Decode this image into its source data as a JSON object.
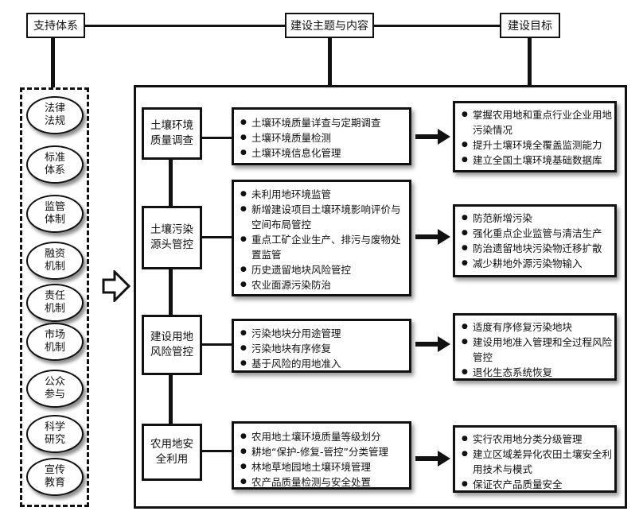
{
  "headers": {
    "support": "支持体系",
    "theme": "建设主题与内容",
    "goal": "建设目标"
  },
  "support_items": [
    "法律\n法规",
    "标准\n体系",
    "监管\n体制",
    "融资\n机制",
    "责任\n机制",
    "市场\n机制",
    "公众\n参与",
    "科学\n研究",
    "宣传\n教育"
  ],
  "categories": [
    "土壤环境\n质量调查",
    "土壤污染\n源头管控",
    "建设用地\n风险管控",
    "农用地安\n全利用"
  ],
  "contents": [
    [
      "土壤环境质量详查与定期调查",
      "土壤环境质量检测",
      "土壤环境信息化管理"
    ],
    [
      "未利用地环境监管",
      "新增建设项目土壤环境影响评价与空间布局管控",
      "重点工矿企业生产、排污与废物处置监管",
      "历史遗留地块风险管控",
      "农业面源污染防治"
    ],
    [
      "污染地块分用途管理",
      "污染地块有序修复",
      "基于风险的用地准入"
    ],
    [
      "农用地土壤环境质量等级划分",
      "耕地“保护-修复-管控”分类管理",
      "林地草地园地土壤环境管理",
      "农产品质量检测与安全处置"
    ]
  ],
  "goals": [
    [
      "掌握农用地和重点行业企业用地污染情况",
      "提升土壤环境全覆盖监测能力",
      "建立全国土壤环境基础数据库"
    ],
    [
      "防范新增污染",
      "强化重点企业监管与清洁生产",
      "防治遗留地块污染物迁移扩散",
      "减少耕地外源污染物输入"
    ],
    [
      "适度有序修复污染地块",
      "建设用地准入管理和全过程风险管控",
      "退化生态系统恢复"
    ],
    [
      "实行农用地分类分级管理",
      "建立区域差异化农田土壤安全利用技术与模式",
      "保证农产品质量安全"
    ]
  ]
}
